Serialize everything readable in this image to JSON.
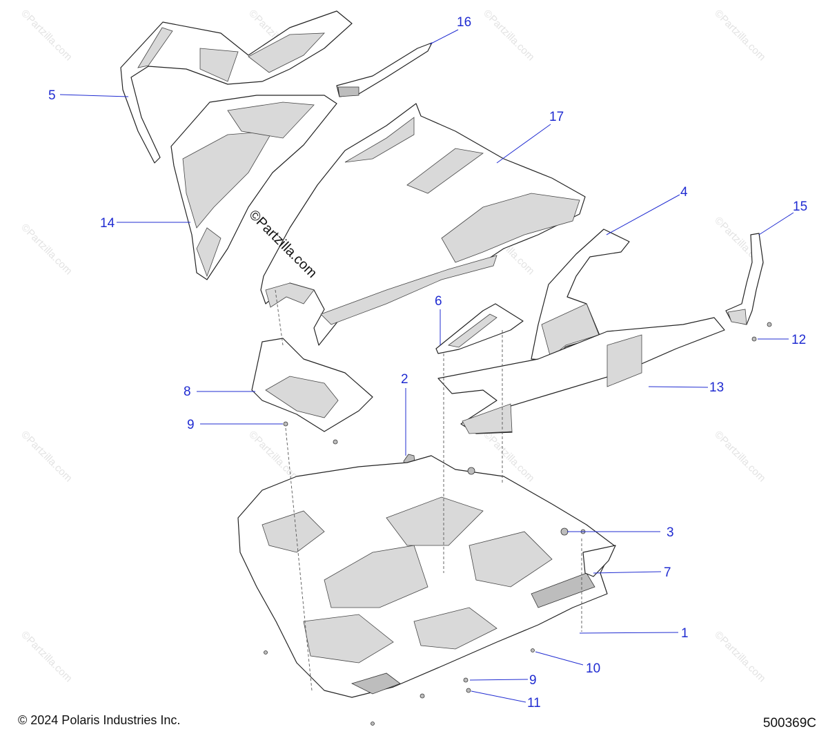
{
  "callouts": [
    {
      "num": "1"
    },
    {
      "num": "2"
    },
    {
      "num": "3"
    },
    {
      "num": "4"
    },
    {
      "num": "5"
    },
    {
      "num": "6"
    },
    {
      "num": "7"
    },
    {
      "num": "8"
    },
    {
      "num": "9"
    },
    {
      "num": "9"
    },
    {
      "num": "10"
    },
    {
      "num": "11"
    },
    {
      "num": "12"
    },
    {
      "num": "13"
    },
    {
      "num": "14"
    },
    {
      "num": "15"
    },
    {
      "num": "16"
    },
    {
      "num": "17"
    }
  ],
  "watermark": "©Partzilla.com",
  "copyright": "© 2024 Polaris Industries Inc.",
  "drawing_number": "500369C",
  "colors": {
    "callout": "#1f2bd1",
    "line": "#222222",
    "shade": "#d9d9d9"
  }
}
